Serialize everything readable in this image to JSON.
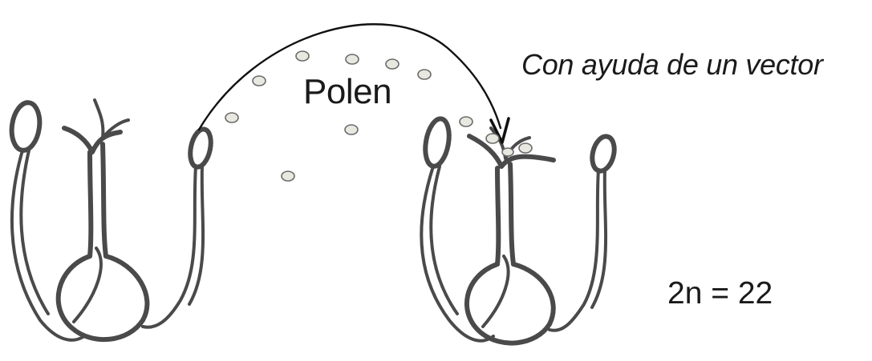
{
  "labels": {
    "vector": "Con ayuda de un vector",
    "pollen": "Polen",
    "chromosome_number": "2n = 22"
  },
  "colors": {
    "ink": "#1a1a1a",
    "sketch": "#4a4a4a",
    "pollen_fill": "#e8e8e0"
  }
}
